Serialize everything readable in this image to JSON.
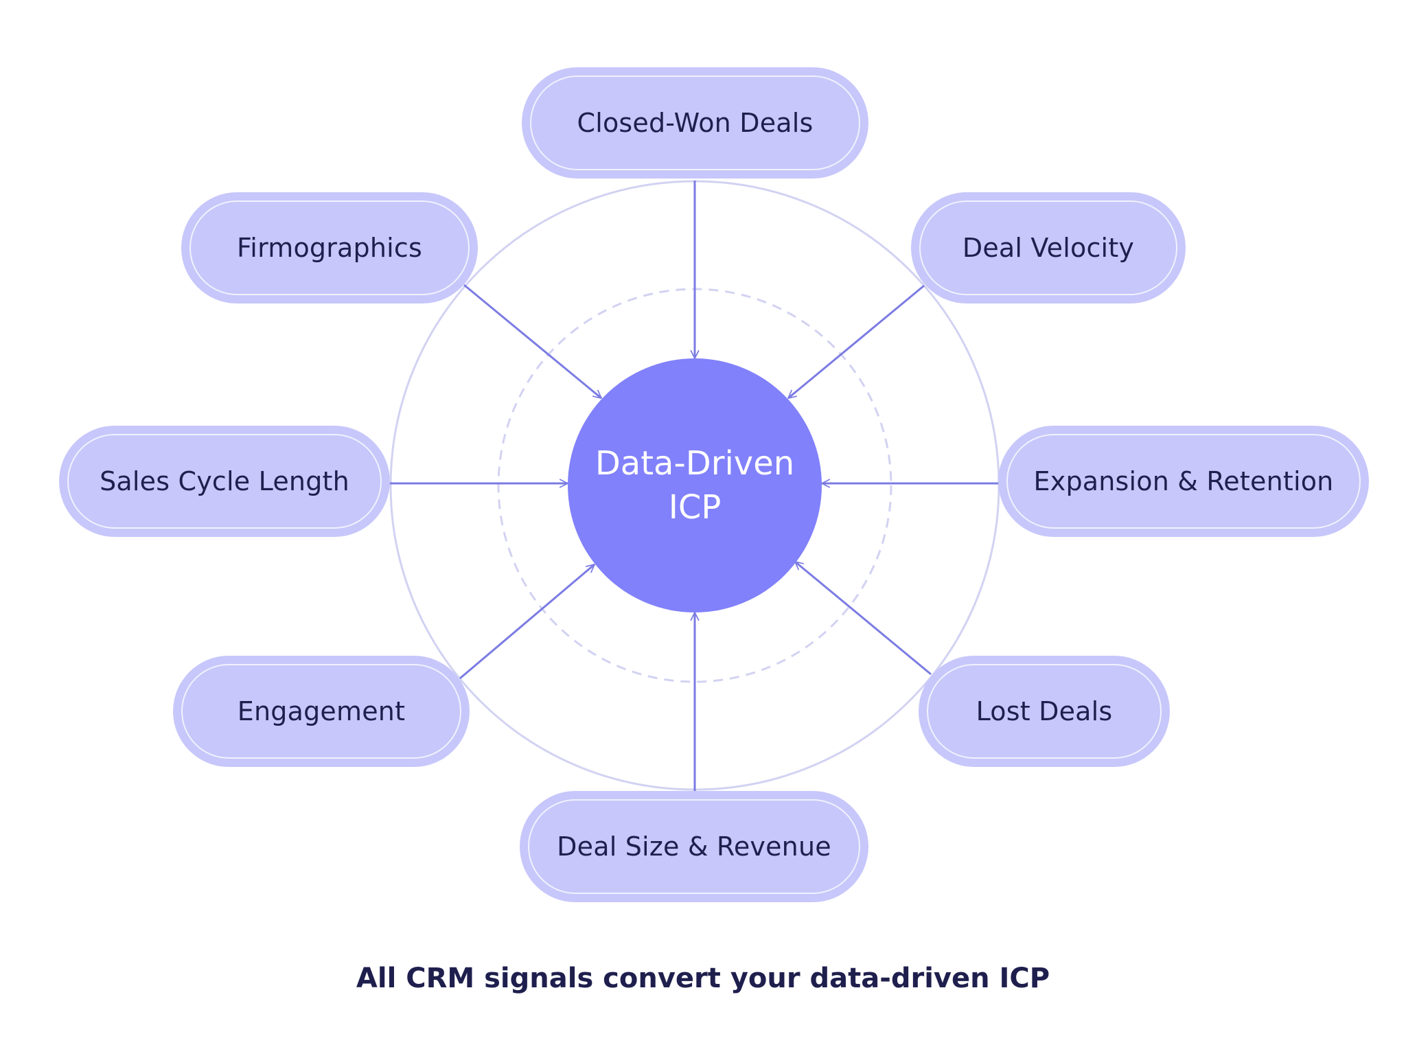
{
  "diagram": {
    "center": {
      "line1": "Data-Driven",
      "line2": "ICP"
    },
    "nodes": {
      "closed_won": "Closed-Won Deals",
      "firmographics": "Firmographics",
      "deal_velocity": "Deal Velocity",
      "sales_cycle": "Sales Cycle Length",
      "expansion": "Expansion & Retention",
      "engagement": "Engagement",
      "lost_deals": "Lost Deals",
      "deal_size": "Deal Size & Revenue"
    },
    "caption": "All CRM signals convert your data-driven ICP",
    "colors": {
      "node_fill": "#c7c7fb",
      "center_fill": "#8181fb",
      "arrow": "#7b7be3",
      "ring": "#d2d2f2",
      "text": "#1f1f4e"
    }
  }
}
